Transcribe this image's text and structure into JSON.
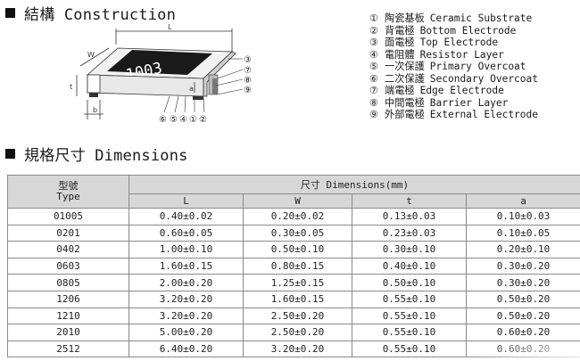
{
  "construction": {
    "title": "結構 Construction",
    "diagram": {
      "chip_marking": "1003",
      "dim_L": "L",
      "dim_W": "W",
      "dim_t": "t",
      "dim_a": "a",
      "dim_b": "b",
      "callouts": [
        "③",
        "⑦",
        "⑧",
        "⑨",
        "⑥",
        "⑤",
        "④",
        "①",
        "②"
      ]
    },
    "legend": [
      {
        "num": "①",
        "zh": "陶瓷基板",
        "en": "Ceramic Substrate"
      },
      {
        "num": "②",
        "zh": "背電極",
        "en": "Bottom Electrode"
      },
      {
        "num": "③",
        "zh": "面電極",
        "en": "Top Electrode"
      },
      {
        "num": "④",
        "zh": "電阻體",
        "en": "Resistor Layer"
      },
      {
        "num": "⑤",
        "zh": "一次保護",
        "en": "Primary Overcoat"
      },
      {
        "num": "⑥",
        "zh": "二次保護",
        "en": "Secondary Overcoat"
      },
      {
        "num": "⑦",
        "zh": "端電極",
        "en": "Edge Electrode"
      },
      {
        "num": "⑧",
        "zh": "中間電極",
        "en": "Barrier Layer"
      },
      {
        "num": "⑨",
        "zh": "外部電極",
        "en": "External Electrode"
      }
    ]
  },
  "dimensions": {
    "title": "規格尺寸 Dimensions",
    "type_header_zh": "型號",
    "type_header_en": "Type",
    "group_header": "尺寸 Dimensions(mm)",
    "columns": [
      "L",
      "W",
      "t",
      "a"
    ],
    "rows": [
      {
        "type": "01005",
        "L": "0.40±0.02",
        "W": "0.20±0.02",
        "t": "0.13±0.03",
        "a": "0.10±0.03"
      },
      {
        "type": "0201",
        "L": "0.60±0.05",
        "W": "0.30±0.05",
        "t": "0.23±0.03",
        "a": "0.10±0.05"
      },
      {
        "type": "0402",
        "L": "1.00±0.10",
        "W": "0.50±0.10",
        "t": "0.30±0.10",
        "a": "0.20±0.10"
      },
      {
        "type": "0603",
        "L": "1.60±0.15",
        "W": "0.80±0.15",
        "t": "0.40±0.10",
        "a": "0.30±0.20"
      },
      {
        "type": "0805",
        "L": "2.00±0.20",
        "W": "1.25±0.15",
        "t": "0.50±0.10",
        "a": "0.30±0.20"
      },
      {
        "type": "1206",
        "L": "3.20±0.20",
        "W": "1.60±0.15",
        "t": "0.55±0.10",
        "a": "0.50±0.20"
      },
      {
        "type": "1210",
        "L": "3.20±0.20",
        "W": "2.50±0.20",
        "t": "0.55±0.10",
        "a": "0.50±0.20"
      },
      {
        "type": "2010",
        "L": "5.00±0.20",
        "W": "2.50±0.20",
        "t": "0.55±0.10",
        "a": "0.60±0.20"
      },
      {
        "type": "2512",
        "L": "6.40±0.20",
        "W": "3.20±0.20",
        "t": "0.55±0.10",
        "a": "0.60±0.20"
      }
    ]
  }
}
